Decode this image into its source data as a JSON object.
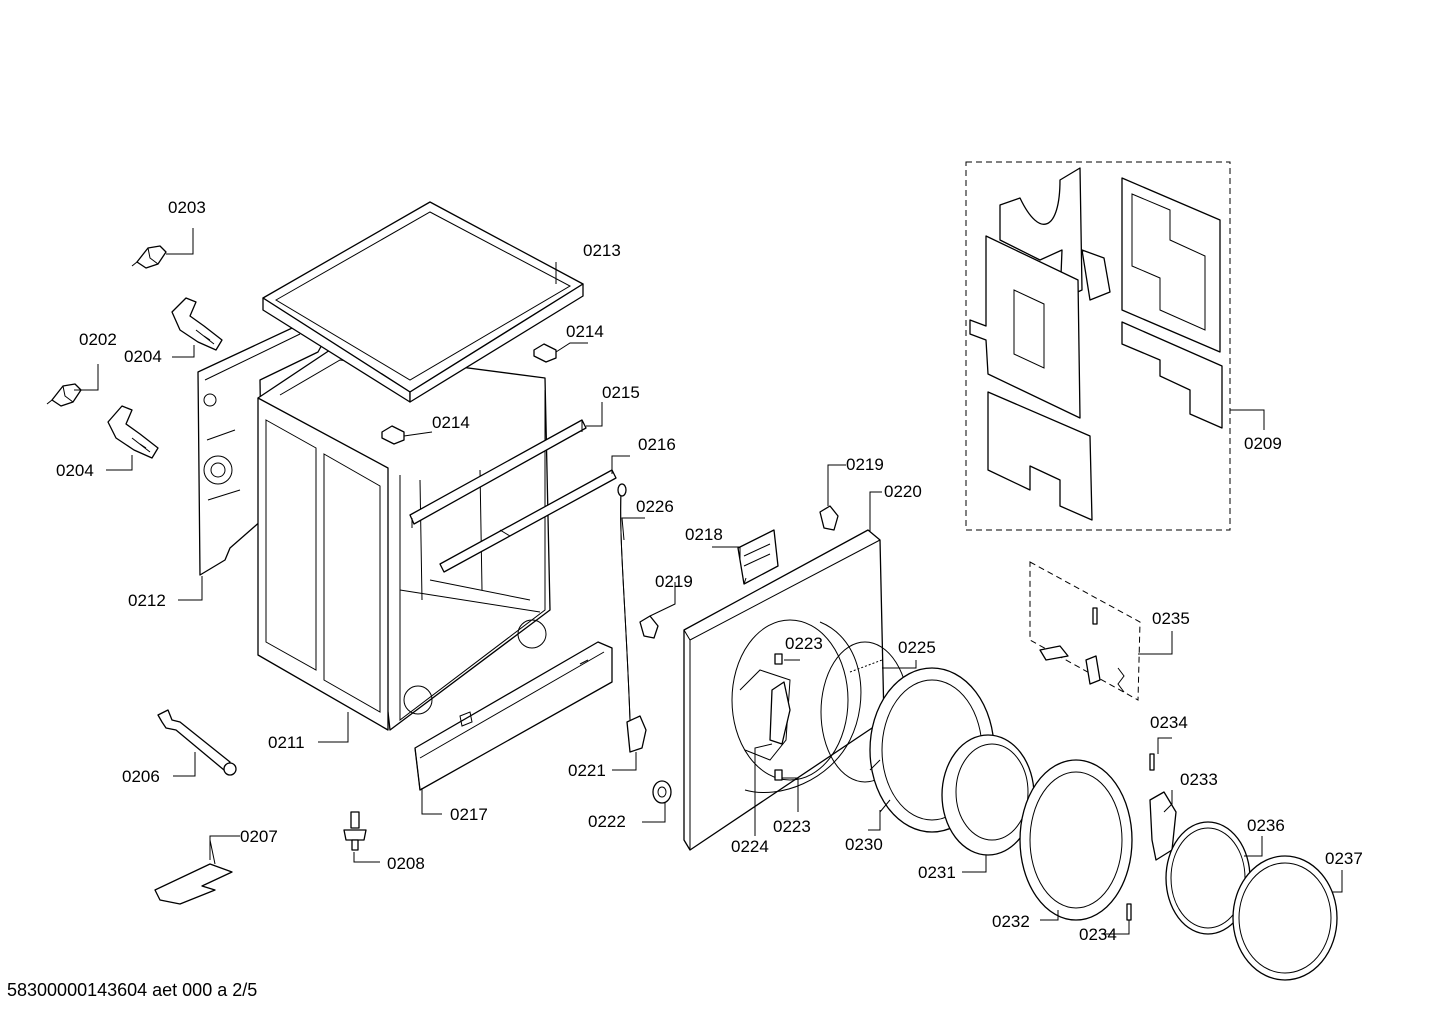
{
  "footer": {
    "document_id": "58300000143604 aet 000 a 2/5"
  },
  "labels": {
    "p0202": "0202",
    "p0203": "0203",
    "p0204a": "0204",
    "p0204b": "0204",
    "p0206": "0206",
    "p0207": "0207",
    "p0208": "0208",
    "p0209": "0209",
    "p0211": "0211",
    "p0212": "0212",
    "p0213": "0213",
    "p0214a": "0214",
    "p0214b": "0214",
    "p0215": "0215",
    "p0216": "0216",
    "p0217": "0217",
    "p0218": "0218",
    "p0219a": "0219",
    "p0219b": "0219",
    "p0220": "0220",
    "p0221": "0221",
    "p0222": "0222",
    "p0223a": "0223",
    "p0223b": "0223",
    "p0224": "0224",
    "p0225": "0225",
    "p0226": "0226",
    "p0230": "0230",
    "p0231": "0231",
    "p0232": "0232",
    "p0233": "0233",
    "p0234a": "0234",
    "p0234b": "0234",
    "p0235": "0235",
    "p0236": "0236",
    "p0237": "0237"
  }
}
